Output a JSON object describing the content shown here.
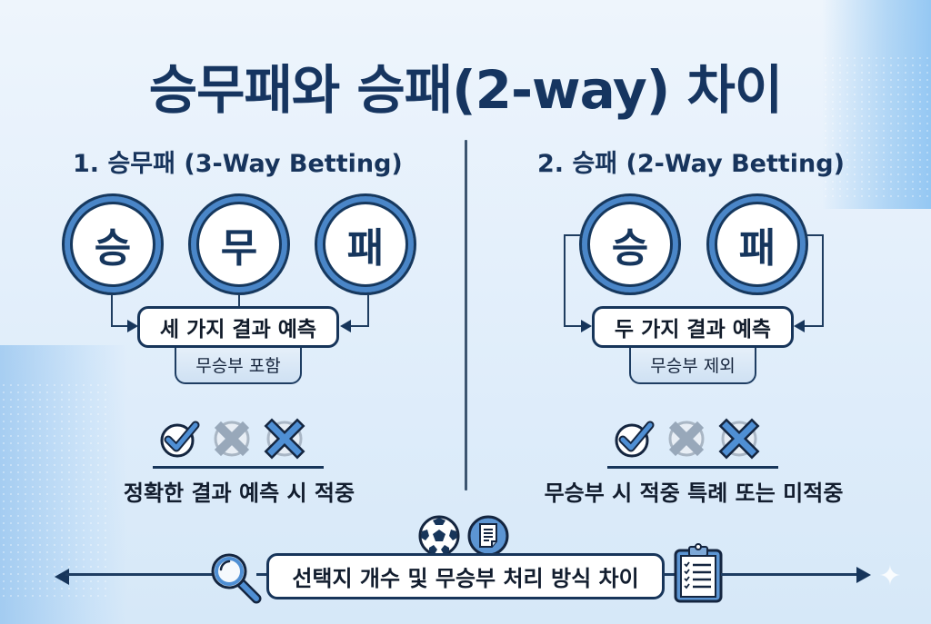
{
  "title": "승무패와 승패(2-way) 차이",
  "section_1": {
    "heading": "1. 승무패 (3-Way Betting)",
    "outcomes": [
      "승",
      "무",
      "패"
    ],
    "result_label": "세 가지 결과 예측",
    "sub_label": "무승부 포함",
    "status_icons": [
      "check-circle-icon",
      "faded-x-circle-icon",
      "x-icon"
    ],
    "caption": "정확한 결과 예측 시 적중"
  },
  "section_2": {
    "heading": "2. 승패 (2-Way Betting)",
    "outcomes": [
      "승",
      "패"
    ],
    "result_label": "두 가지 결과 예측",
    "sub_label": "무승부 제외",
    "status_icons": [
      "check-circle-icon",
      "faded-x-circle-icon",
      "x-icon"
    ],
    "caption": "무승부 시 적중 특례 또는 미적중"
  },
  "bottom": {
    "label": "선택지 개수 및 무승부 처리 방식 차이",
    "icons": [
      "magnifier-icon",
      "soccer-ball-icon",
      "document-icon",
      "clipboard-checklist-icon"
    ]
  },
  "colors": {
    "title": "#163560",
    "navy": "#17355a",
    "ring_blue": "#4a86c8",
    "background": "#e3effb"
  }
}
